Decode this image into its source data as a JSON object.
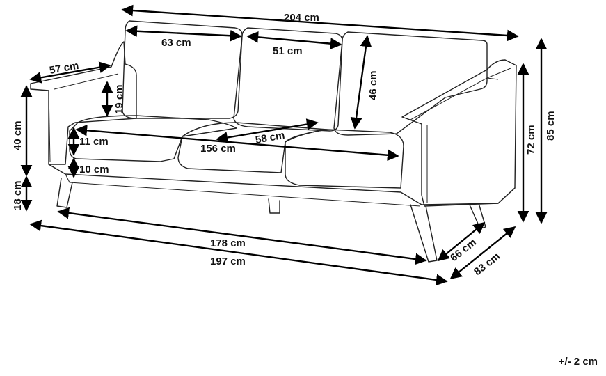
{
  "dimensions": {
    "overall_width": "204 cm",
    "left_back_cushion_width": "63 cm",
    "middle_back_cushion_width": "51 cm",
    "back_cushion_height": "46 cm",
    "armrest_depth": "57 cm",
    "armrest_height_above_seat": "19 cm",
    "seat_cushion_thickness": "11 cm",
    "seat_depth": "58 cm",
    "seat_width": "156 cm",
    "seat_base_height": "10 cm",
    "arm_height": "40 cm",
    "leg_height": "18 cm",
    "width_at_legs": "178 cm",
    "width_at_base": "197 cm",
    "seat_depth_side": "66 cm",
    "overall_depth": "83 cm",
    "armrest_total_height": "72 cm",
    "overall_height": "85 cm"
  },
  "tolerance": "+/- 2 cm"
}
